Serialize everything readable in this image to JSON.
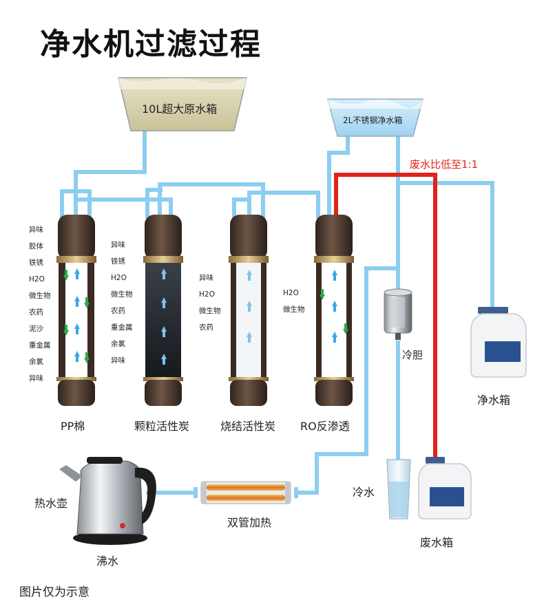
{
  "title": "净水机过滤过程",
  "raw_tank": {
    "label": "10L超大原水箱"
  },
  "clean_tank": {
    "label": "2L不锈钢净水箱"
  },
  "waste_ratio_label": "废水比低至1:1",
  "filters": [
    {
      "label": "PP棉",
      "impurities": [
        "异味",
        "胶体",
        "铁锈",
        "H2O",
        "微生物",
        "农药",
        "泥沙",
        "重金属",
        "余氯",
        "异味"
      ]
    },
    {
      "label": "颗粒活性炭",
      "impurities": [
        "异味",
        "铁锈",
        "H2O",
        "微生物",
        "农药",
        "重金属",
        "余氯",
        "异味"
      ]
    },
    {
      "label": "烧结活性炭",
      "impurities": [
        "异味",
        "H2O",
        "微生物",
        "农药"
      ]
    },
    {
      "label": "RO反渗透",
      "impurities": [
        "H2O",
        "微生物"
      ]
    }
  ],
  "cold_tank_label": "冷胆",
  "pure_water_box_label": "净水箱",
  "cold_water_label": "冷水",
  "waste_box_label": "废水箱",
  "kettle_label": "热水壶",
  "boiling_label": "沸水",
  "heater_label": "双管加热",
  "note": "图片仅为示意",
  "colors": {
    "pipe": "#8ccdf0",
    "waste_pipe": "#e2231a",
    "filter_body": "#4a3a30"
  }
}
